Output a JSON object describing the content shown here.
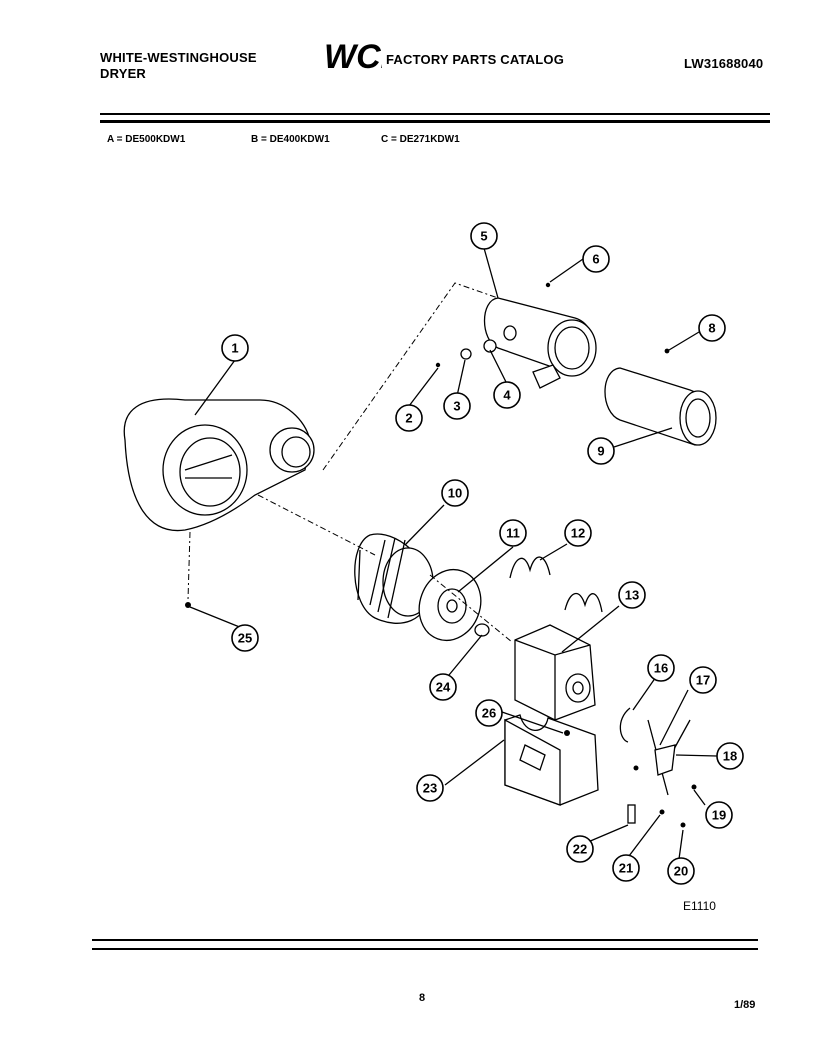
{
  "header": {
    "brand_line1": "WHITE-WESTINGHOUSE",
    "brand_line2": "DRYER",
    "logo_text": "WCI",
    "catalog_title": "FACTORY PARTS CATALOG",
    "catalog_number": "LW31688040"
  },
  "models": [
    {
      "key": "A",
      "label": "A = DE500KDW1"
    },
    {
      "key": "B",
      "label": "B = DE400KDW1"
    },
    {
      "key": "C",
      "label": "C = DE271KDW1"
    }
  ],
  "diagram": {
    "figure_code": "E1110",
    "callouts": [
      "1",
      "2",
      "3",
      "4",
      "5",
      "6",
      "8",
      "9",
      "10",
      "11",
      "12",
      "13",
      "16",
      "17",
      "18",
      "19",
      "20",
      "21",
      "22",
      "23",
      "24",
      "25",
      "26"
    ]
  },
  "footer": {
    "page_number": "8",
    "date": "1/89"
  }
}
